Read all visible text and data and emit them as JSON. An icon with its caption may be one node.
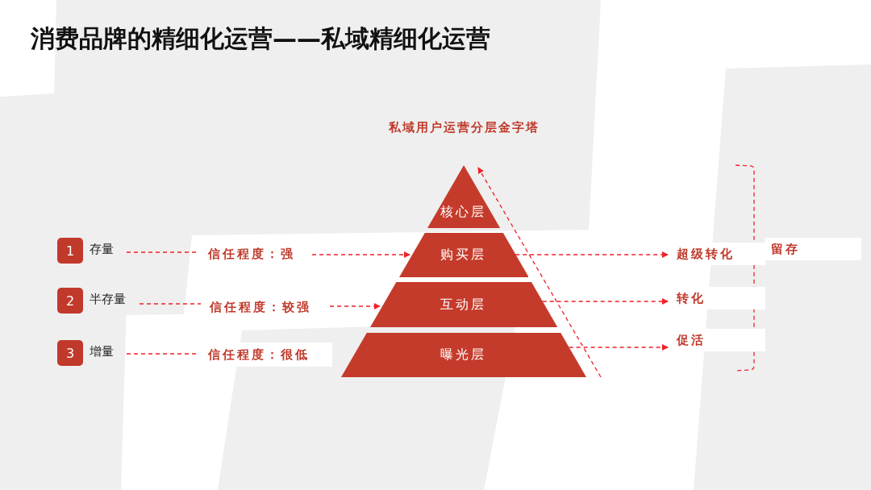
{
  "diagram": {
    "title": "消费品牌的精细化运营——私域精细化运营",
    "nodes": [
      {
        "text": [
          "1"
        ],
        "beside": [
          "存量"
        ]
      },
      {
        "text": [
          "2"
        ],
        "beside": [
          "半存量"
        ]
      },
      {
        "text": [
          "3"
        ],
        "beside": [
          "增量"
        ]
      },
      {
        "text": [
          "信任程度：强"
        ]
      },
      {
        "text": [
          "信任程度：较强"
        ]
      },
      {
        "text": [
          "信任程度：很低"
        ]
      },
      {
        "text": [
          "核心层"
        ]
      },
      {
        "text": [
          "购买层"
        ]
      },
      {
        "text": [
          "互动层"
        ]
      },
      {
        "text": [
          "曝光层"
        ]
      },
      {
        "text": [
          "超级转化"
        ]
      },
      {
        "text": [
          "转化"
        ]
      },
      {
        "text": [
          "促活"
        ]
      },
      {
        "text": [
          "留存"
        ]
      }
    ],
    "edges": [
      {
        "from": 0,
        "to": 3,
        "arrow": "none",
        "style": "dashed"
      },
      {
        "from": 3,
        "to": 7,
        "arrow": "to",
        "style": "dashed"
      },
      {
        "from": 1,
        "to": 4,
        "arrow": "none",
        "style": "dashed"
      },
      {
        "from": 4,
        "to": 8,
        "arrow": "to",
        "style": "dashed"
      },
      {
        "from": 2,
        "to": 5,
        "arrow": "none",
        "style": "dashed"
      },
      {
        "from": 7,
        "to": 10,
        "arrow": "to",
        "style": "dashed"
      },
      {
        "from": 8,
        "to": 11,
        "arrow": "to",
        "style": "dashed"
      },
      {
        "from": 9,
        "to": 12,
        "arrow": "to",
        "style": "dashed"
      }
    ],
    "labels": [
      "私域用户运营分层金字塔"
    ]
  }
}
